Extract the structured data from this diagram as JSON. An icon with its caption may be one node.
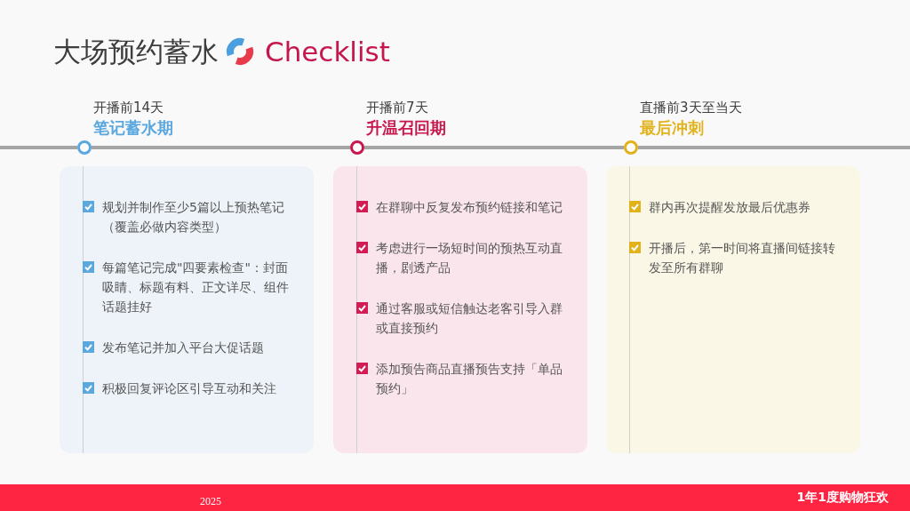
{
  "diagram": {
    "title": "大场预约蓄水",
    "nodes": [
      {
        "text": [],
        "shape": "circle",
        "beside": [
          "开播前14天",
          "笔记蓄水期"
        ]
      },
      {
        "text": [],
        "shape": "circle",
        "beside": [
          "开播前7天",
          "升温召回期"
        ]
      },
      {
        "text": [],
        "shape": "circle",
        "beside": [
          "直播前3天至当天",
          "最后冲刺"
        ]
      },
      {
        "text": [
          "规划并制作至少5篇以上预热笔记（覆盖必做内容类型）",
          "每篇笔记完成\"四要素检查\"：封面吸睛、标题有料、正文详尽、组件话题挂好",
          "发布笔记并加入平台大促话题",
          "积极回复评论区引导互动和关注"
        ]
      },
      {
        "text": [
          "在群聊中反复发布预约链接和笔记",
          "考虑进行一场短时间的预热互动直播，剧透产品",
          "通过客服或短信触达老客引导入群或直接预约",
          "添加预告商品直播预告支持「单品预约」"
        ]
      },
      {
        "text": [
          "群内再次提醒发放最后优惠券",
          "开播后，第一时间将直播间链接转发至所有群聊"
        ]
      },
      {
        "text": [
          "2025",
          "1年1度购物狂欢"
        ]
      }
    ],
    "edges": [
      {
        "from": null,
        "to": 0,
        "arrow": "none"
      },
      {
        "from": 0,
        "to": 1,
        "arrow": "none"
      },
      {
        "from": 1,
        "to": 2,
        "arrow": "none"
      },
      {
        "from": 2,
        "to": null,
        "arrow": "none"
      }
    ],
    "labels": [
      "Checklist"
    ]
  }
}
